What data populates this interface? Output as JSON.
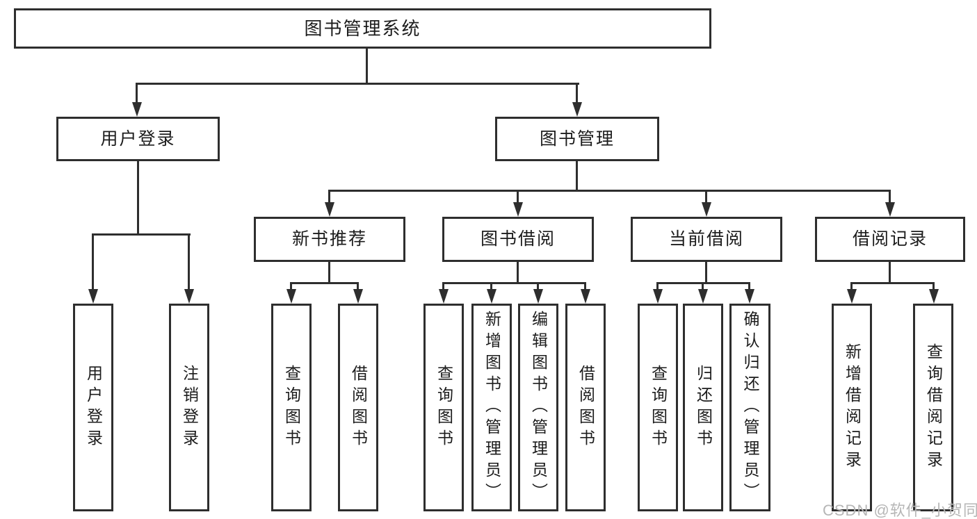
{
  "tree": {
    "label": "图书管理系统",
    "children": [
      {
        "label": "用户登录",
        "children": [
          {
            "label": "用户登录"
          },
          {
            "label": "注销登录"
          }
        ]
      },
      {
        "label": "图书管理",
        "children": [
          {
            "label": "新书推荐",
            "children": [
              {
                "label": "查询图书"
              },
              {
                "label": "借阅图书"
              }
            ]
          },
          {
            "label": "图书借阅",
            "children": [
              {
                "label": "查询图书"
              },
              {
                "label": "新增图书（管理员）"
              },
              {
                "label": "编辑图书（管理员）"
              },
              {
                "label": "借阅图书"
              }
            ]
          },
          {
            "label": "当前借阅",
            "children": [
              {
                "label": "查询图书"
              },
              {
                "label": "归还图书"
              },
              {
                "label": "确认归还（管理员）"
              }
            ]
          },
          {
            "label": "借阅记录",
            "children": [
              {
                "label": "新增借阅记录"
              },
              {
                "label": "查询借阅记录"
              }
            ]
          }
        ]
      }
    ]
  },
  "watermark": {
    "text": "CSDN @软件_小贺同学"
  },
  "colors": {
    "line": "#2e2e2e",
    "text": "#1c1c1c",
    "background": "#ffffff",
    "watermark": "#b6b6b6"
  }
}
